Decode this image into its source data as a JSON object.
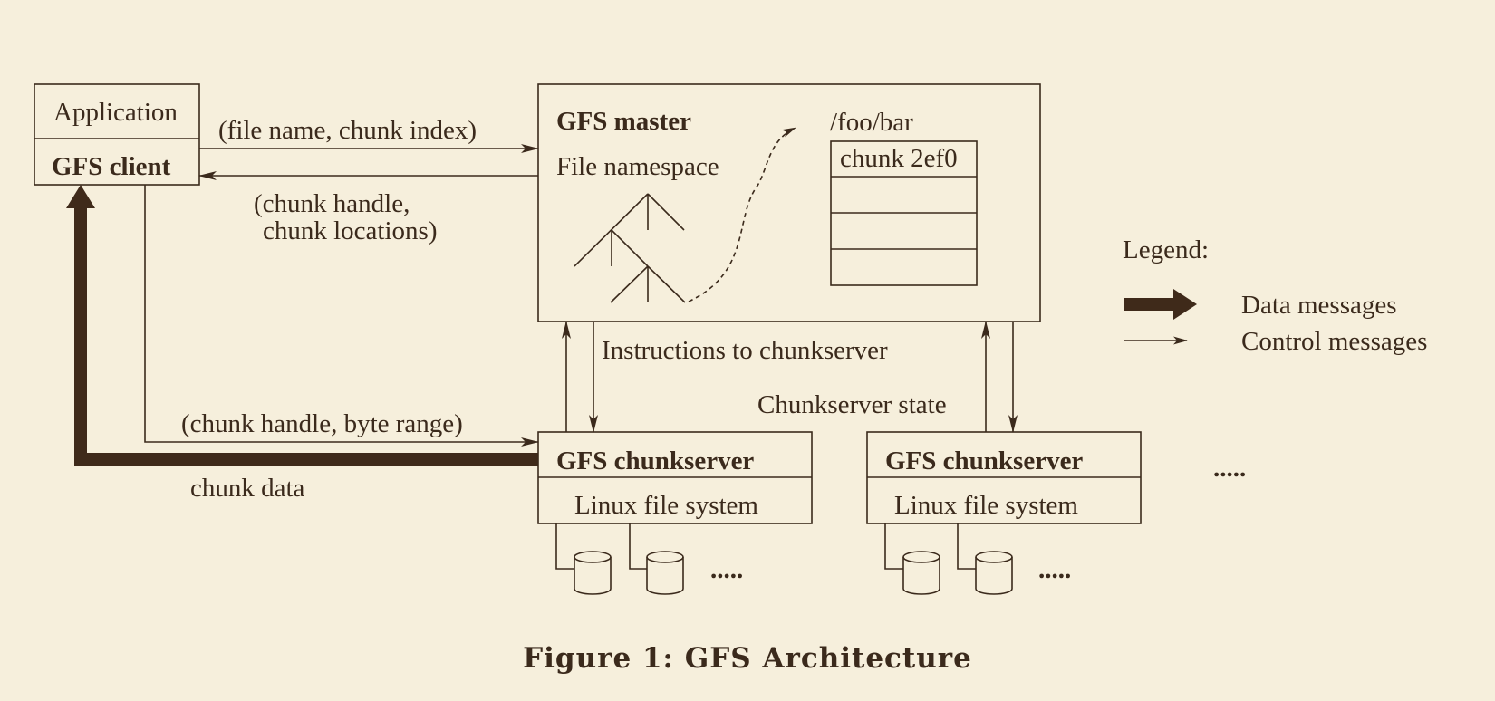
{
  "client": {
    "application": "Application",
    "gfs_client": "GFS client"
  },
  "master": {
    "title": "GFS master",
    "namespace": "File namespace",
    "path": "/foo/bar",
    "chunk": "chunk 2ef0"
  },
  "messages": {
    "file_request": "(file name, chunk index)",
    "handle_reply_1": "(chunk handle,",
    "handle_reply_2": "chunk locations)",
    "instructions": "Instructions to chunkserver",
    "state": "Chunkserver state",
    "data_request": "(chunk handle, byte range)",
    "chunk_data": "chunk data"
  },
  "chunkservers": [
    {
      "title": "GFS chunkserver",
      "fs": "Linux file system",
      "more": "....."
    },
    {
      "title": "GFS chunkserver",
      "fs": "Linux file system",
      "more": "....."
    }
  ],
  "more_servers": ".....",
  "legend": {
    "title": "Legend:",
    "data": "Data messages",
    "control": "Control messages"
  },
  "caption": "Figure 1: GFS Architecture",
  "colors": {
    "background": "#f6efdc",
    "ink": "#3b2a1c"
  }
}
